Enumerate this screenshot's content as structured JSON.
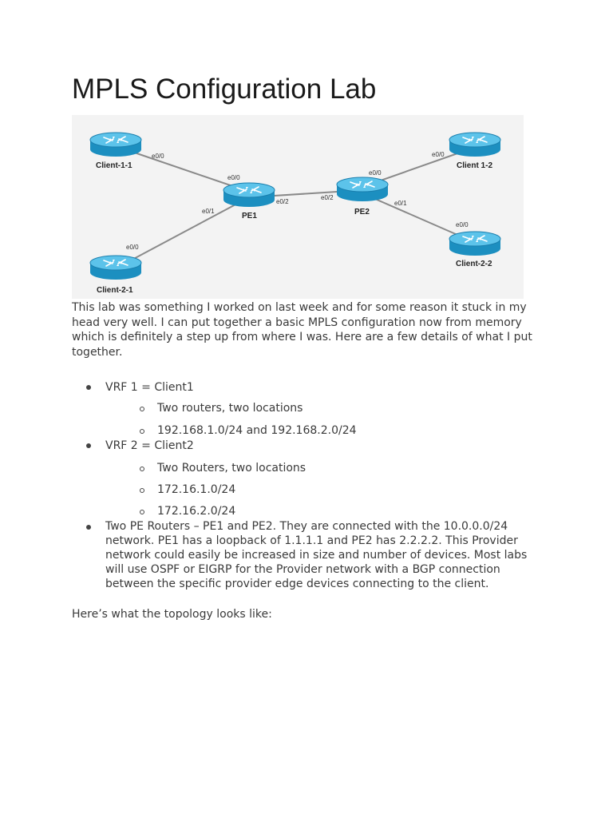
{
  "page": {
    "title": "MPLS Configuration Lab"
  },
  "topology": {
    "devices": [
      {
        "id": "client11",
        "label": "Client-1-1"
      },
      {
        "id": "client12",
        "label": "Client 1-2"
      },
      {
        "id": "pe1",
        "label": "PE1"
      },
      {
        "id": "pe2",
        "label": "PE2"
      },
      {
        "id": "client21",
        "label": "Client-2-1"
      },
      {
        "id": "client22",
        "label": "Client-2-2"
      }
    ],
    "interfaces": {
      "client11_e00": "e0/0",
      "pe1_e00": "e0/0",
      "pe1_e01": "e0/1",
      "pe1_e02": "e0/2",
      "pe2_e02": "e0/2",
      "pe2_e00": "e0/0",
      "pe2_e01": "e0/1",
      "client12_e00": "e0/0",
      "client21_e00": "e0/0",
      "client22_e00": "e0/0"
    },
    "colors": {
      "router_body": "#1c8fc0",
      "router_top": "#5cc3ea",
      "link": "#8a8a8a",
      "background": "#f3f3f3"
    }
  },
  "content": {
    "intro": "This lab was something I worked on last week and for some reason it stuck in my head very well. I can put together a basic MPLS configuration now from memory which is definitely a step up from where I was. Here are a few details of what I put together.",
    "bullets": [
      {
        "text": "VRF 1 = Client1",
        "subs": [
          "Two routers, two locations",
          "192.168.1.0/24 and 192.168.2.0/24"
        ]
      },
      {
        "text": "VRF 2 = Client2",
        "subs": [
          "Two Routers, two locations",
          "172.16.1.0/24",
          "172.16.2.0/24"
        ]
      },
      {
        "text": "Two PE Routers – PE1 and PE2. They are connected with the 10.0.0.0/24 network. PE1 has a loopback of 1.1.1.1 and PE2 has 2.2.2.2. This Provider network could easily be increased in size and number of devices. Most labs will use OSPF or EIGRP for the Provider network with a BGP connection between the specific provider edge devices connecting to the client.",
        "subs": []
      }
    ],
    "outro": "Here’s what the topology looks like:"
  }
}
